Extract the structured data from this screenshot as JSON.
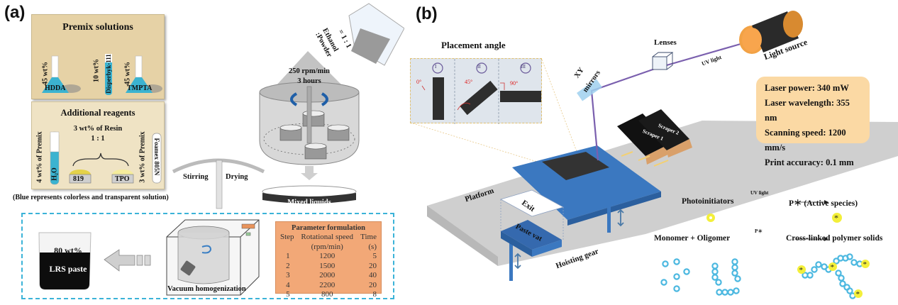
{
  "panel_a": {
    "label": "(a)",
    "premix": {
      "title": "Premix solutions",
      "items": [
        {
          "amount": "45 wt%",
          "name": "HDDA"
        },
        {
          "amount": "10 wt%",
          "name": "Disperbyk-111"
        },
        {
          "amount": "45 wt%",
          "name": "TMPTA"
        }
      ]
    },
    "additional": {
      "title": "Additional reagents",
      "water_amount": "4 wt% of Premix",
      "water_name": "H₂O",
      "resin_line1": "3 wt% of Resin",
      "resin_line2": "1 : 1",
      "photoinit_1": "819",
      "photoinit_2": "TPO",
      "foam_amount": "3 wt% of Premix",
      "foam_name": "Foamex 805N"
    },
    "note": "(Blue represents colorless and transparent solution)",
    "beaker_label_1": "Ethanol",
    "beaker_label_2": ":Powder",
    "beaker_label_3": "= 1 : 1",
    "mill_speed": "250 rpm/min",
    "mill_time": "3 hours",
    "mixed_liquids": "Mixed liquids",
    "stirring": "Stirring",
    "drying": "Drying",
    "vacuum": "Vacuum homogenization",
    "paste_wt": "80 wt%",
    "paste_name": "LRS paste",
    "parameter_table": {
      "title": "Parameter formulation",
      "headers": [
        "Step",
        "Rotational speed",
        "Time"
      ],
      "units": [
        "",
        "(rpm/min)",
        "(s)"
      ],
      "rows": [
        [
          "1",
          "1200",
          "5"
        ],
        [
          "2",
          "1500",
          "20"
        ],
        [
          "3",
          "2000",
          "40"
        ],
        [
          "4",
          "2200",
          "20"
        ],
        [
          "5",
          "800",
          "8"
        ]
      ]
    }
  },
  "panel_b": {
    "label": "(b)",
    "placement_title": "Placement angle",
    "placements": [
      {
        "numeral": "I",
        "angle": "0°"
      },
      {
        "numeral": "II",
        "angle": "45°"
      },
      {
        "numeral": "III",
        "angle": "90°"
      }
    ],
    "xy_mirrors_1": "XY",
    "xy_mirrors_2": "mirrors",
    "lenses": "Lenses",
    "uv_light": "UV light",
    "light_source": "Light source",
    "laser_specs": [
      "Laser power: 340 mW",
      "Laser wavelength: 355 nm",
      "Scanning speed: 1200 mm/s",
      "Print accuracy: 0.1 mm"
    ],
    "scraper_1": "Scraper 1",
    "scraper_2": "Scraper 2",
    "platform": "Platform",
    "exit": "Exit",
    "paste_vat": "Paste vat",
    "hoisting_gear": "Hoisting gear",
    "reaction_1": {
      "reactant": "Photoinitiators",
      "condition": "UV light",
      "product": "P＊ (Active species)"
    },
    "reaction_2": {
      "reactant": "Monomer + Oligomer",
      "condition": "P＊",
      "product": "Cross-linked polymer solids"
    }
  },
  "colors": {
    "premix_bg": "#e6d2a6",
    "additional_bg": "#efe3c4",
    "solution_blue": "#3bb3d0",
    "table_orange": "#f2a877",
    "laser_box": "#fbd9a4",
    "vat_blue": "#3b78c0",
    "uv_beam": "#7a5fae",
    "dashed_border": "#3bb3d8",
    "initiator_yellow": "#f3ef3a",
    "monomer_blue": "#4cb8e0"
  }
}
